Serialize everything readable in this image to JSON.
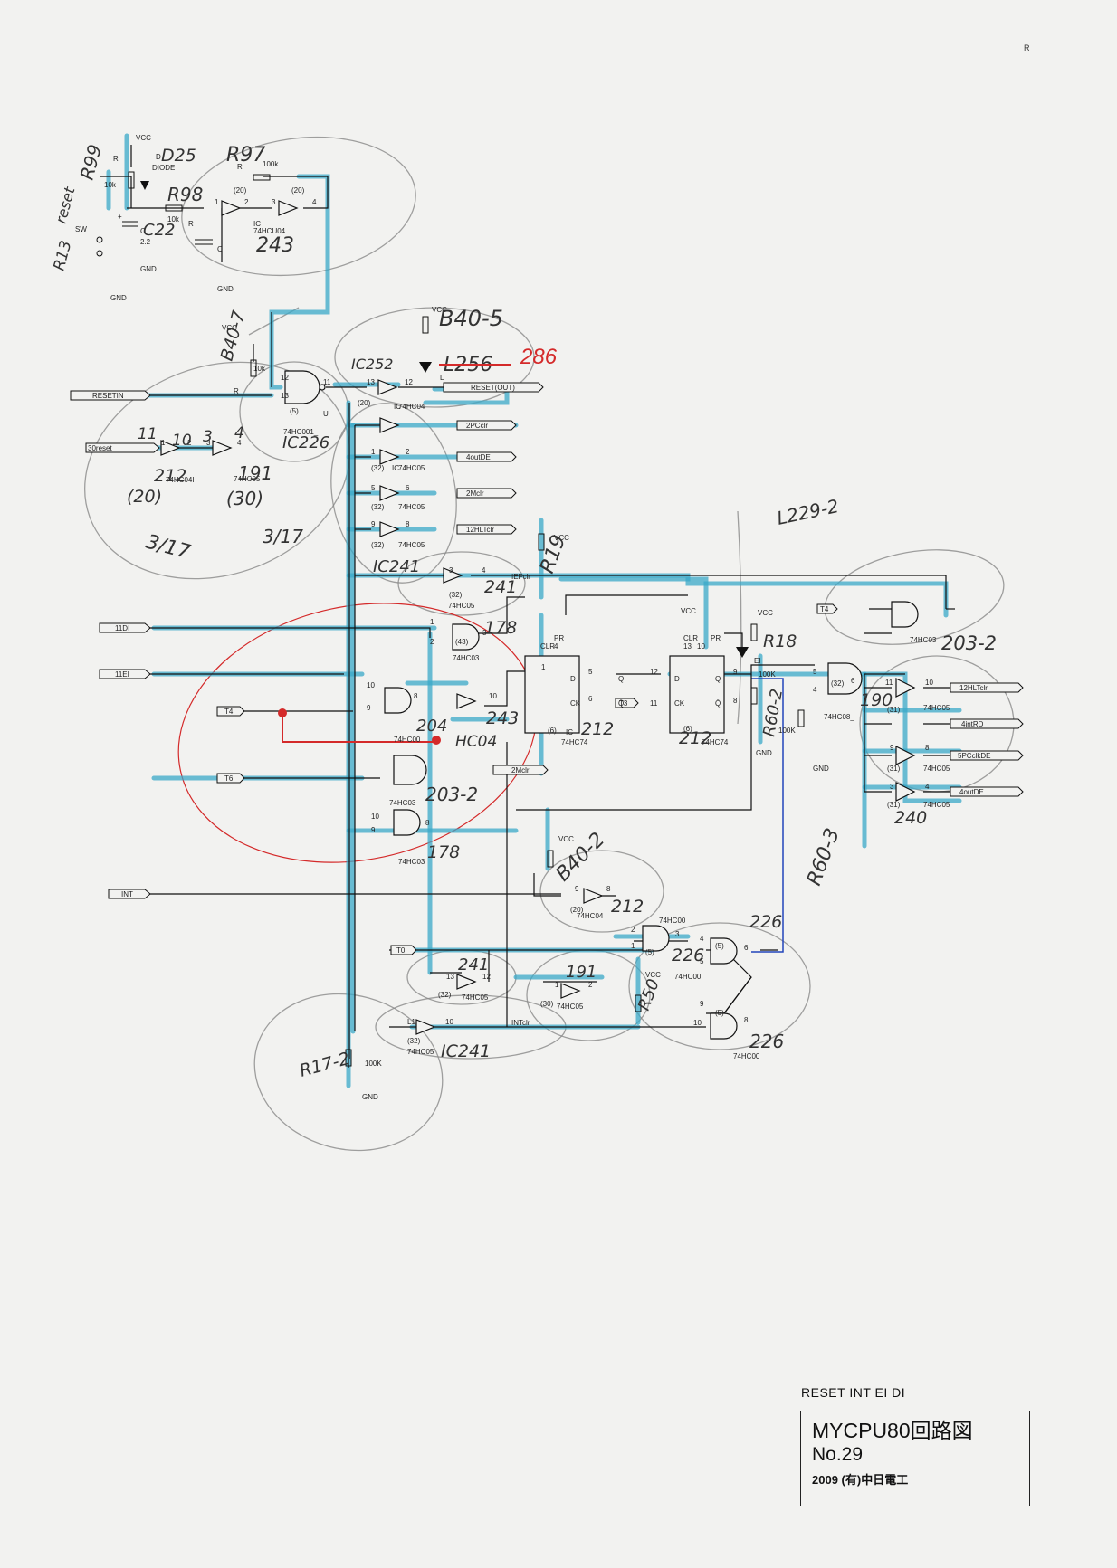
{
  "corner_mark": "R",
  "title_block": {
    "caption": "RESET INT EI DI",
    "title": "MYCPU80回路図",
    "number": "No.29",
    "company": "2009 (有)中日電工"
  },
  "ports": {
    "resetin": "RESETIN",
    "reset30": "30reset",
    "di11": "11DI",
    "ei11": "11EI",
    "t4": "T4",
    "t6": "T6",
    "int": "INT",
    "t0": "T0",
    "t3": "T3",
    "t4b": "T4",
    "reset_out": "RESET(OUT)",
    "pcclr2": "2PCclr",
    "outde4": "4outDE",
    "mclr2": "2Mclr",
    "hltclr12": "12HLTclr",
    "mclr2b": "2Mclr",
    "hltclr12b": "12HLTclr",
    "intrd4": "4intRD",
    "pcclkde5": "5PCclkDE",
    "outde4b": "4outDE"
  },
  "net_labels": {
    "iefclr": "IEFclr",
    "intclr": "INTclr",
    "ei": "EI"
  },
  "power": {
    "vcc": "VCC",
    "gnd": "GND"
  },
  "parts": {
    "r99": "R",
    "r99_val": "10k",
    "diode_ref": "D",
    "diode_name": "DIODE",
    "r97": "R",
    "r97_val": "100k",
    "r98": "R",
    "r98_val": "10k",
    "c_ref": "C",
    "c_val": "2.2",
    "c_pol": "+",
    "c2_ref": "C",
    "sw": "SW",
    "ic_cu04": "74HCU04",
    "ic_r": "R",
    "ic_r_val": "10k",
    "ic_u": "U",
    "ic_74hc00_1": "74HC001_",
    "ic_74hc04": "74HC04",
    "led_l": "L",
    "ic_74hc05": "74HC05",
    "ic_74hc04i": "74HC04I",
    "ic_74hc03": "74HC03",
    "ic_74hc74": "74HC74",
    "ic_74hc08": "74HC08_",
    "r_100k": "100K",
    "ic_74hc00": "74HC00",
    "ic_74hc00_": "74HC00_",
    "ic_label": "IC"
  },
  "pins": {
    "p1": "1",
    "p2": "2",
    "p3": "3",
    "p4": "4",
    "p5": "5",
    "p6": "6",
    "p8": "8",
    "p9": "9",
    "p10": "10",
    "p11": "11",
    "p12": "12",
    "p13": "13",
    "n20": "(20)",
    "n5": "(5)",
    "n32": "(32)",
    "n43": "(43)",
    "n6": "(6)",
    "n31": "(31)",
    "n30": "(30)",
    "l1": "L1",
    "ff_d": "D",
    "ff_q": "Q",
    "ff_qn": "Q̄",
    "ff_ck": "CK",
    "ff_clr": "CLR",
    "ff_pr": "PR"
  },
  "handwritten": {
    "r99": "R99",
    "d25": "D25",
    "r97": "R97",
    "r98": "R98",
    "c22": "C22",
    "r13": "R13",
    "reset_hw": "reset",
    "ic243": "243",
    "b40_7": "B40-7",
    "b40_5": "B40-5",
    "l256": "L256",
    "r286": "286",
    "ic252": "IC252",
    "ic226": "IC226",
    "n10": "10",
    "n3": "3",
    "n4": "4",
    "n11": "11",
    "ic212a": "212",
    "n20hw": "(20)",
    "n30hw": "(30)",
    "ic191a": "191",
    "f3_17a": "3/17",
    "f3_17b": "3/17",
    "ic241a": "IC241",
    "l229_2": "L229-2",
    "r19": "R19",
    "r18": "R18",
    "r60_2": "R60-2",
    "ic178a": "178",
    "ic204": "204",
    "hc04": "HC04",
    "ic243b": "243",
    "ic203_2": "203-2",
    "ic178b": "178",
    "ic212b": "212",
    "ic212c": "212",
    "ic203_2b": "203-2",
    "ic190": "190",
    "ic240": "240",
    "r60_3": "R60-3",
    "b40_2": "B40-2",
    "ic212d": "212",
    "ic241b": "241",
    "ic191b": "191",
    "r50": "R50",
    "ic226b": "226",
    "ic226c": "226",
    "ic226d": "226",
    "r17_2": "R17-2",
    "ic241c": "IC241"
  },
  "colors": {
    "highlight_blue": "#3aa8c8",
    "pencil_gray": "#888888",
    "red_ink": "#d42a2a",
    "ink": "#111111",
    "paper": "#f2f2f0"
  }
}
